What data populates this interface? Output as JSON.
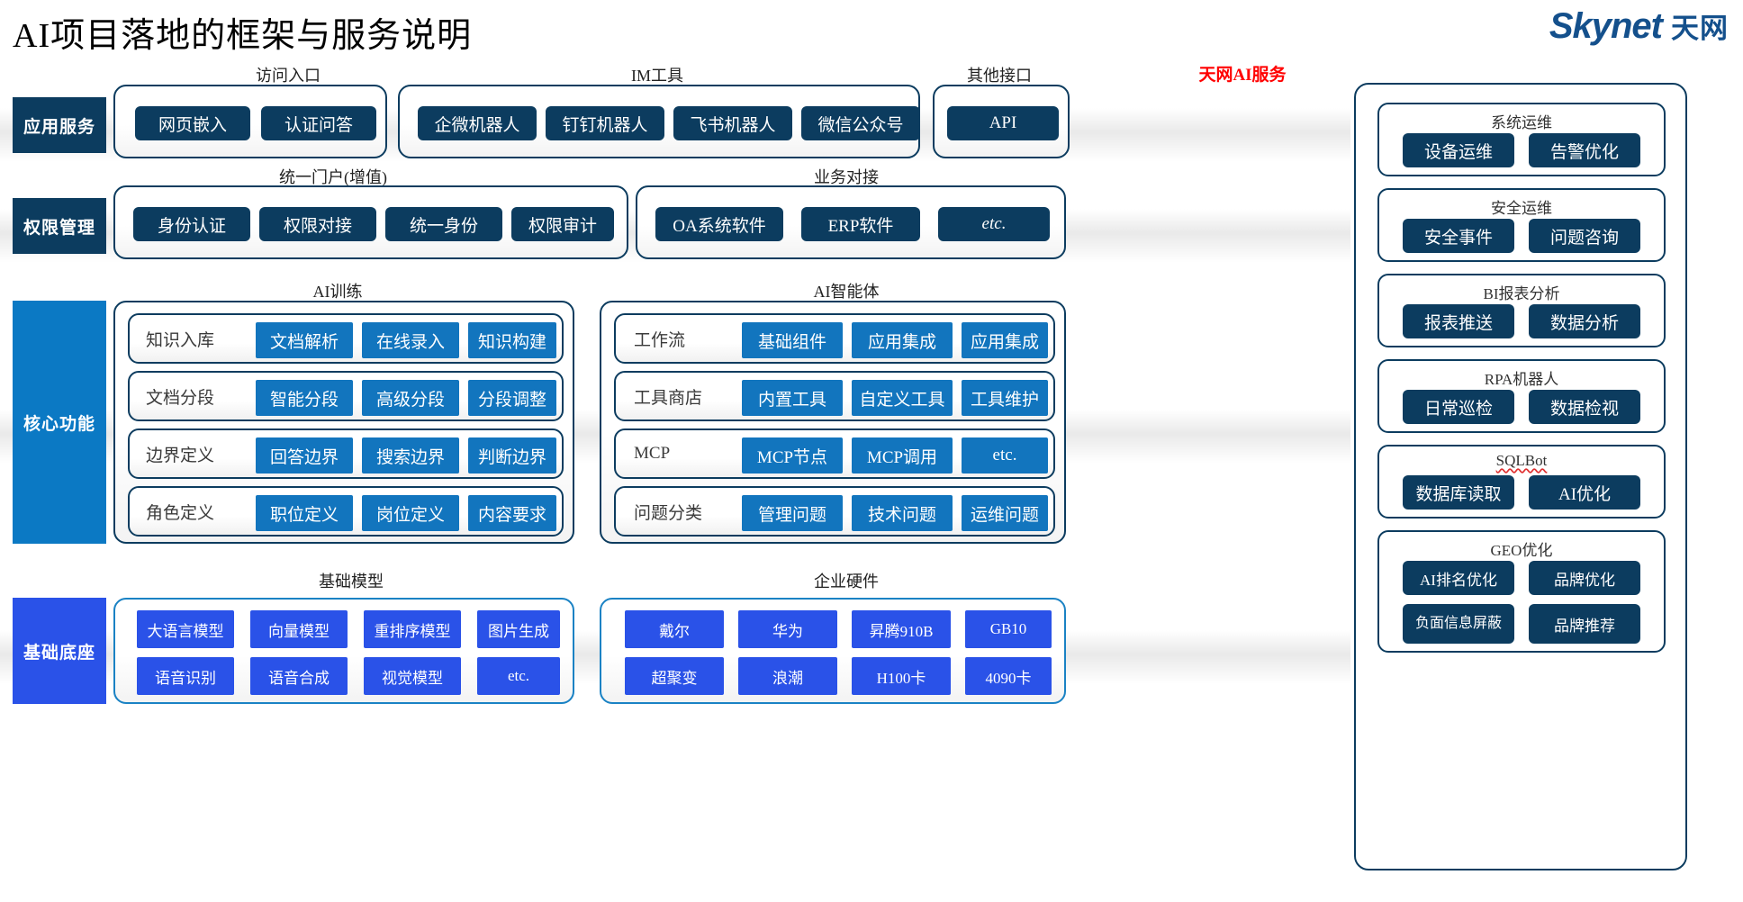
{
  "header": {
    "title": "AI项目落地的框架与服务说明",
    "logo_en": "Skynet",
    "logo_cn": "天网"
  },
  "band_labels": {
    "access_entry": "访问入口",
    "im_tools": "IM工具",
    "other_api": "其他接口",
    "skynet_ai_service": "天网AI服务",
    "unified_portal": "统一门户(增值)",
    "business_integration": "业务对接",
    "ai_training": "AI训练",
    "ai_agent": "AI智能体",
    "base_model": "基础模型",
    "enterprise_hardware": "企业硬件"
  },
  "layers": {
    "app_service": "应用服务",
    "permission": "权限管理",
    "core_function": "核心功能",
    "foundation": "基础底座"
  },
  "app_service_row": {
    "access_entry": [
      "网页嵌入",
      "认证问答"
    ],
    "im_tools": [
      "企微机器人",
      "钉钉机器人",
      "飞书机器人",
      "微信公众号"
    ],
    "other_api": [
      "API"
    ]
  },
  "permission_row": {
    "unified_portal": [
      "身份认证",
      "权限对接",
      "统一身份",
      "权限审计"
    ],
    "business_integration": [
      "OA系统软件",
      "ERP软件",
      "etc."
    ]
  },
  "ai_training": [
    {
      "label": "知识入库",
      "items": [
        "文档解析",
        "在线录入",
        "知识构建"
      ]
    },
    {
      "label": "文档分段",
      "items": [
        "智能分段",
        "高级分段",
        "分段调整"
      ]
    },
    {
      "label": "边界定义",
      "items": [
        "回答边界",
        "搜索边界",
        "判断边界"
      ]
    },
    {
      "label": "角色定义",
      "items": [
        "职位定义",
        "岗位定义",
        "内容要求"
      ]
    }
  ],
  "ai_agent": [
    {
      "label": "工作流",
      "items": [
        "基础组件",
        "应用集成",
        "应用集成"
      ]
    },
    {
      "label": "工具商店",
      "items": [
        "内置工具",
        "自定义工具",
        "工具维护"
      ]
    },
    {
      "label": "MCP",
      "items": [
        "MCP节点",
        "MCP调用",
        "etc."
      ]
    },
    {
      "label": "问题分类",
      "items": [
        "管理问题",
        "技术问题",
        "运维问题"
      ]
    }
  ],
  "base_model": [
    [
      "大语言模型",
      "向量模型",
      "重排序模型",
      "图片生成"
    ],
    [
      "语音识别",
      "语音合成",
      "视觉模型",
      "etc."
    ]
  ],
  "enterprise_hardware": [
    [
      "戴尔",
      "华为",
      "昇腾910B",
      "GB10"
    ],
    [
      "超聚变",
      "浪潮",
      "H100卡",
      "4090卡"
    ]
  ],
  "skynet_services": [
    {
      "title": "系统运维",
      "spellcheck": false,
      "items": [
        "设备运维",
        "告警优化"
      ]
    },
    {
      "title": "安全运维",
      "spellcheck": false,
      "items": [
        "安全事件",
        "问题咨询"
      ]
    },
    {
      "title": "BI报表分析",
      "spellcheck": false,
      "items": [
        "报表推送",
        "数据分析"
      ]
    },
    {
      "title": "RPA机器人",
      "spellcheck": false,
      "items": [
        "日常巡检",
        "数据检视"
      ]
    },
    {
      "title": "SQLBot",
      "spellcheck": true,
      "items": [
        "数据库读取",
        "AI优化"
      ]
    },
    {
      "title": "GEO优化",
      "spellcheck": false,
      "items": [
        "AI排名优化",
        "品牌优化",
        "负面信息屏蔽",
        "品牌推荐"
      ]
    }
  ],
  "colors": {
    "navy": "#0c3c5f",
    "blue": "#1275be",
    "royal": "#2a52e8",
    "accent_red": "#ff0000",
    "logo_blue": "#14508c"
  }
}
